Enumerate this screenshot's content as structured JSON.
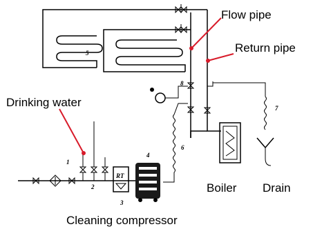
{
  "labels": {
    "flow_pipe": "Flow pipe",
    "return_pipe": "Return pipe",
    "drinking_water": "Drinking water",
    "boiler": "Boiler",
    "drain": "Drain",
    "cleaning_compressor": "Cleaning compressor"
  },
  "component_numbers": {
    "n1": "1",
    "n2": "2",
    "n3": "3",
    "n4": "4",
    "n5": "5",
    "n6": "6",
    "n7": "7",
    "n8": "8",
    "rt": "RT"
  },
  "colors": {
    "callout": "#d81b2a",
    "line": "#000000"
  }
}
